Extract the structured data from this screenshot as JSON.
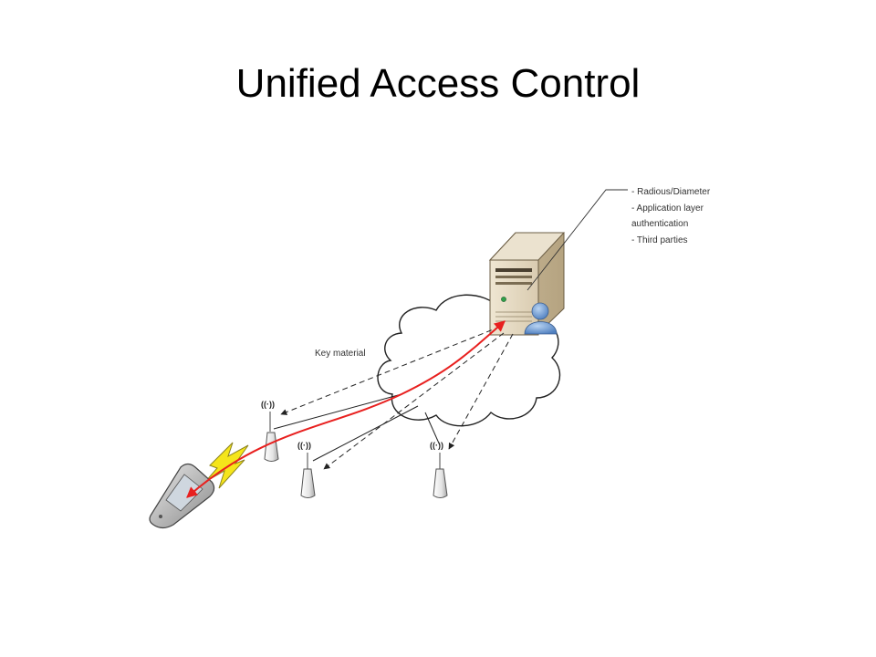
{
  "slide": {
    "title": "Unified Access Control"
  },
  "diagram": {
    "server_notes": [
      "- Radious/Diameter",
      "- Application layer",
      "authentication",
      "- Third parties"
    ],
    "key_material_label": "Key material",
    "access_point_signal": "((·))",
    "colors": {
      "auth_flow_arrow": "#e8201f",
      "key_material_arrows": "#222222",
      "cloud_outline": "#222222",
      "server_body": "#e7dcc6",
      "user_icon": "#6f9fd8",
      "lightning_bolt": "#f5e51a"
    }
  }
}
